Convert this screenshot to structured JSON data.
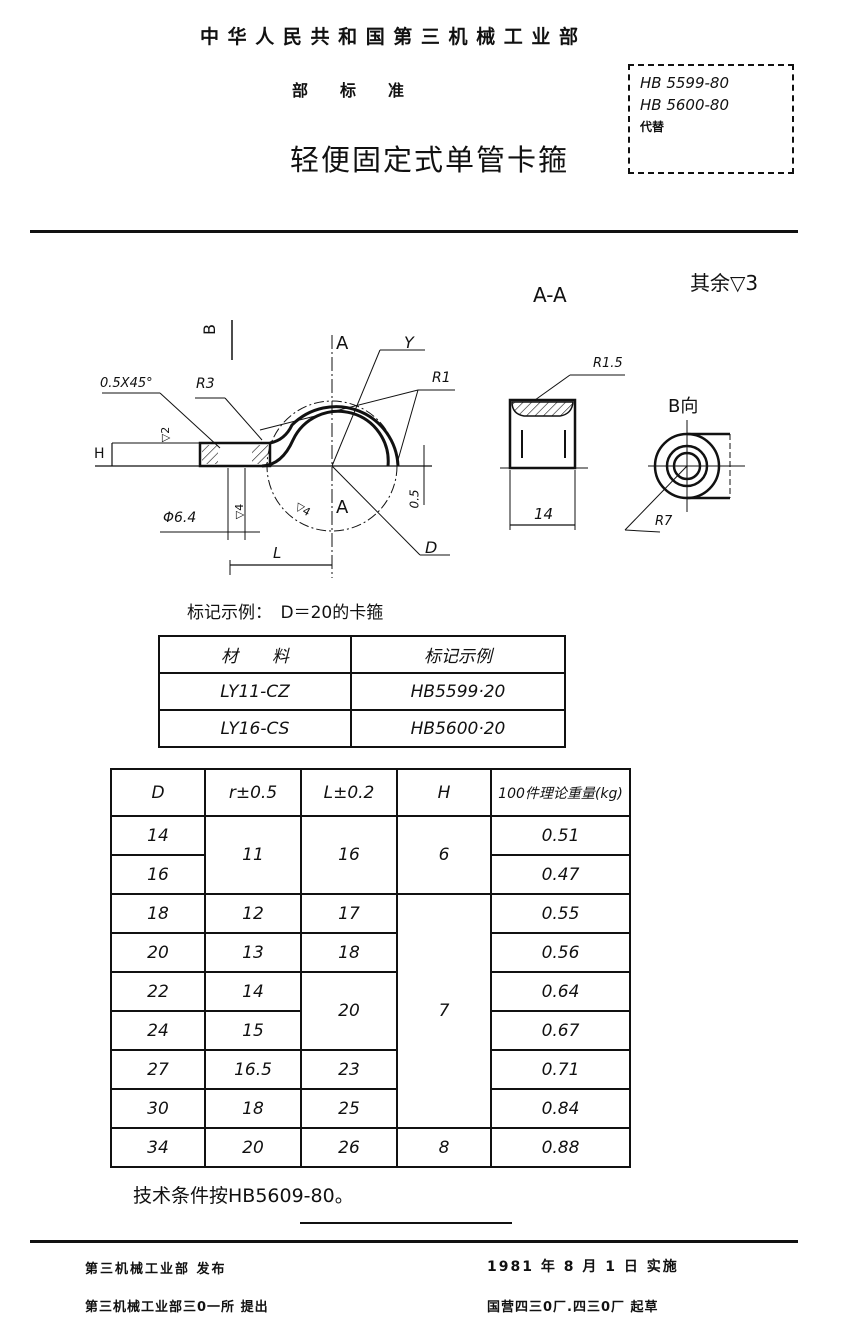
{
  "header": {
    "ministry": "中 华 人 民 共 和 国 第 三 机 械 工 业 部",
    "standard_type": "部　　标　　准",
    "title": "轻便固定式单管卡箍",
    "codes": [
      "HB 5599-80",
      "HB 5600-80"
    ],
    "replaces_label": "代替"
  },
  "drawing": {
    "surface_note": "其余▽3",
    "section_label": "A-A",
    "view_b_label": "B向",
    "labels": {
      "B": "B",
      "A_top": "A",
      "A_bottom": "A",
      "Y": "Y",
      "R1": "R1",
      "R3": "R3",
      "chamfer": "0.5X45°",
      "H": "H",
      "phi": "Φ6.4",
      "L": "L",
      "D": "D",
      "dim_05": "0.5",
      "R15": "R1.5",
      "width14": "14",
      "R7": "R7",
      "rough2": "▽2",
      "rough4a": "▽4",
      "rough4b": "▽4"
    }
  },
  "marking_example": {
    "caption": "标记示例：　D＝20的卡箍",
    "headers": [
      "材　　料",
      "标记示例"
    ],
    "rows": [
      [
        "LY11-CZ",
        "HB5599·20"
      ],
      [
        "LY16-CS",
        "HB5600·20"
      ]
    ]
  },
  "spec_table": {
    "headers": [
      "D",
      "r±0.5",
      "L±0.2",
      "H",
      "100件理论重量(kg)"
    ],
    "D": [
      "14",
      "16",
      "18",
      "20",
      "22",
      "24",
      "27",
      "30",
      "34"
    ],
    "r": [
      "11",
      "12",
      "13",
      "14",
      "15",
      "16.5",
      "18",
      "20"
    ],
    "L": [
      "16",
      "17",
      "18",
      "20",
      "23",
      "25",
      "26"
    ],
    "H": [
      "6",
      "7",
      "8"
    ],
    "weight": [
      "0.51",
      "0.47",
      "0.55",
      "0.56",
      "0.64",
      "0.67",
      "0.71",
      "0.84",
      "0.88"
    ]
  },
  "tech_note": "技术条件按HB5609-80。",
  "footer": {
    "publisher": "第三机械工业部 发布",
    "effective": "1981 年 8 月 1 日 实施",
    "proposer": "第三机械工业部三0一所 提出",
    "drafter": "国营四三0厂.四三0厂 起草"
  }
}
